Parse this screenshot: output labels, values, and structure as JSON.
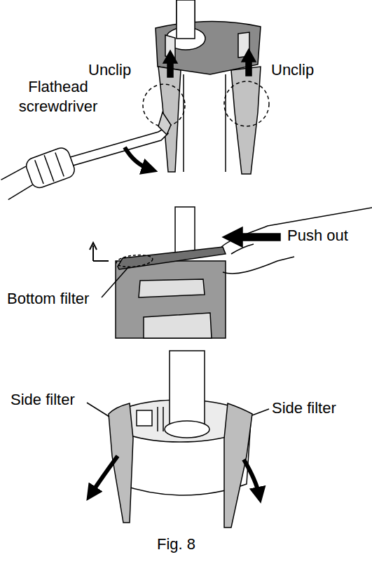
{
  "diagram": {
    "caption": "Fig. 8",
    "labels": [
      "Unclip",
      "Unclip",
      "Flathead screwdriver",
      "Push out",
      "Bottom filter",
      "Side filter",
      "Side filter"
    ]
  }
}
